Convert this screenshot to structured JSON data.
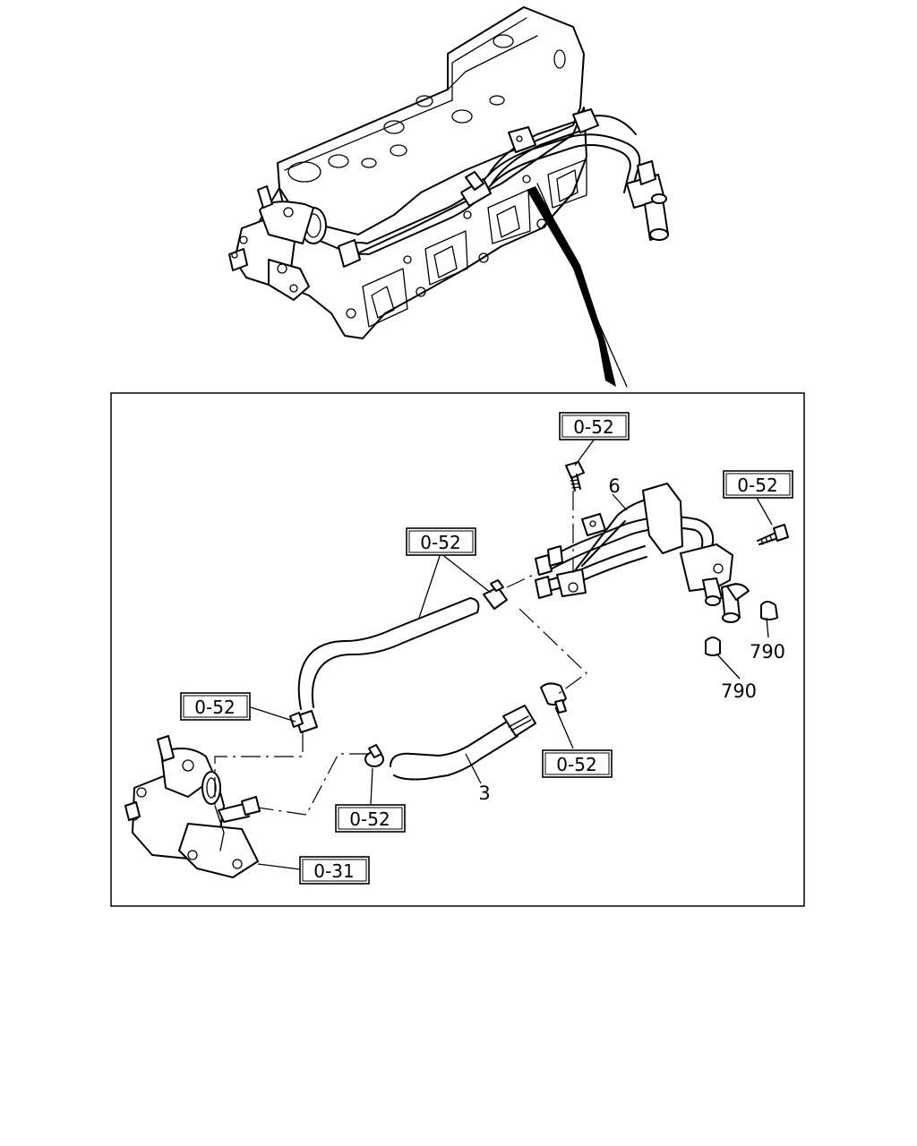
{
  "callouts": [
    {
      "id": "c1",
      "label": "0-52"
    },
    {
      "id": "c2",
      "label": "0-52"
    },
    {
      "id": "c3",
      "label": "0-52"
    },
    {
      "id": "c4",
      "label": "0-52"
    },
    {
      "id": "c5",
      "label": "0-52"
    },
    {
      "id": "c6",
      "label": "0-52"
    },
    {
      "id": "c7",
      "label": "0-31"
    }
  ],
  "part_numbers": [
    {
      "id": "p6",
      "label": "6"
    },
    {
      "id": "p3",
      "label": "3"
    },
    {
      "id": "p790a",
      "label": "790"
    },
    {
      "id": "p790b",
      "label": "790"
    }
  ]
}
